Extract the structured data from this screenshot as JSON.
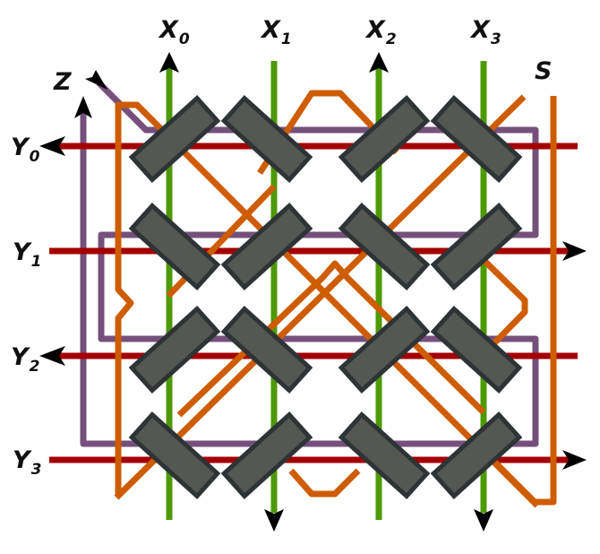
{
  "title": "Optical mirror grid diagram",
  "colors": {
    "x_line": "#4e9a06",
    "y_line": "#a40000",
    "z_path": "#75507b",
    "s_path": "#ce5c00",
    "mirror_fill": "#555753",
    "mirror_stroke": "#2e3436",
    "arrow": "#000000"
  },
  "labels": {
    "x": [
      {
        "main": "X",
        "sub": "0"
      },
      {
        "main": "X",
        "sub": "1"
      },
      {
        "main": "X",
        "sub": "2"
      },
      {
        "main": "X",
        "sub": "3"
      }
    ],
    "y": [
      {
        "main": "Y",
        "sub": "0"
      },
      {
        "main": "Y",
        "sub": "1"
      },
      {
        "main": "Y",
        "sub": "2"
      },
      {
        "main": "Y",
        "sub": "3"
      }
    ],
    "z": "Z",
    "s": "S"
  },
  "grid": {
    "x_positions": [
      189,
      306,
      423,
      540
    ],
    "y_positions": [
      163,
      280,
      397,
      513
    ],
    "x_arrow_directions": [
      "up",
      "down",
      "up",
      "down"
    ],
    "y_arrow_directions": [
      "left",
      "right",
      "left",
      "right"
    ],
    "mirror_orientations": [
      [
        "/",
        "\\",
        "/",
        "\\"
      ],
      [
        "\\",
        "/",
        "\\",
        "/"
      ],
      [
        "/",
        "\\",
        "/",
        "\\"
      ],
      [
        "\\",
        "/",
        "\\",
        "/"
      ]
    ]
  }
}
